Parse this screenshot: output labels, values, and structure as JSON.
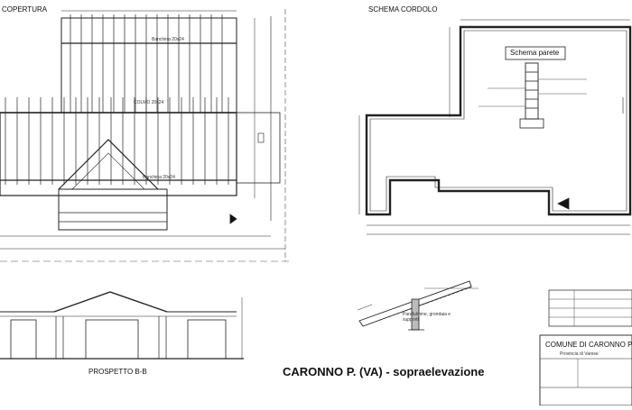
{
  "drawing": {
    "roof_plan": {
      "title": "COPERTURA",
      "beam_top": "Banchina 20x24",
      "beam_middle": "COLMO 20x24",
      "beam_bottom": "Banchina 20x24"
    },
    "curb_plan": {
      "title": "SCHEMA CORDOLO",
      "wall_schema_label": "Schema parete"
    },
    "elevation": {
      "title": "PROSPETTO B-B"
    },
    "detail": {
      "caption": "Parafulmine, grondaia e supporti"
    },
    "main_title": "CARONNO P. (VA) - sopraelevazione",
    "title_block": {
      "municipality": "COMUNE DI CARONNO P",
      "province": "Provincia di Varese"
    }
  }
}
